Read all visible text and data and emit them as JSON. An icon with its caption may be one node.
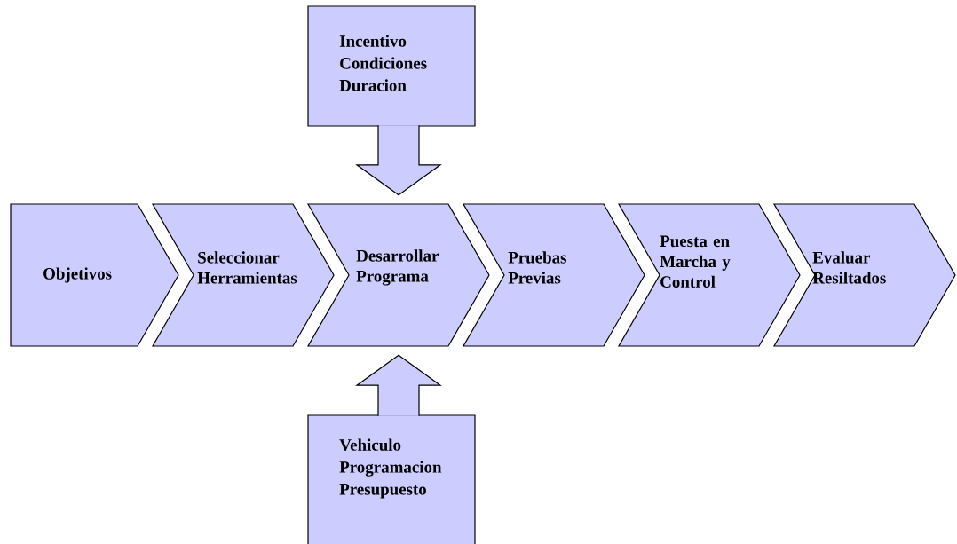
{
  "diagram": {
    "nodes": [
      {
        "text": [
          "Objetivos"
        ]
      },
      {
        "text": [
          "Seleccionar Herramientas"
        ]
      },
      {
        "text": [
          "Desarrollar Programa"
        ]
      },
      {
        "text": [
          "Pruebas Previas"
        ]
      },
      {
        "text": [
          "Puesta en Marcha y Control"
        ]
      },
      {
        "text": [
          "Evaluar Resiltados"
        ]
      },
      {
        "text": [
          "Incentivo Condiciones Duracion"
        ]
      },
      {
        "text": [
          "Vehiculo Programacion Presupuesto"
        ]
      }
    ],
    "edges": [
      {
        "from": 6,
        "to": 2,
        "arrow": "to"
      },
      {
        "from": 7,
        "to": 2,
        "arrow": "to"
      }
    ]
  }
}
